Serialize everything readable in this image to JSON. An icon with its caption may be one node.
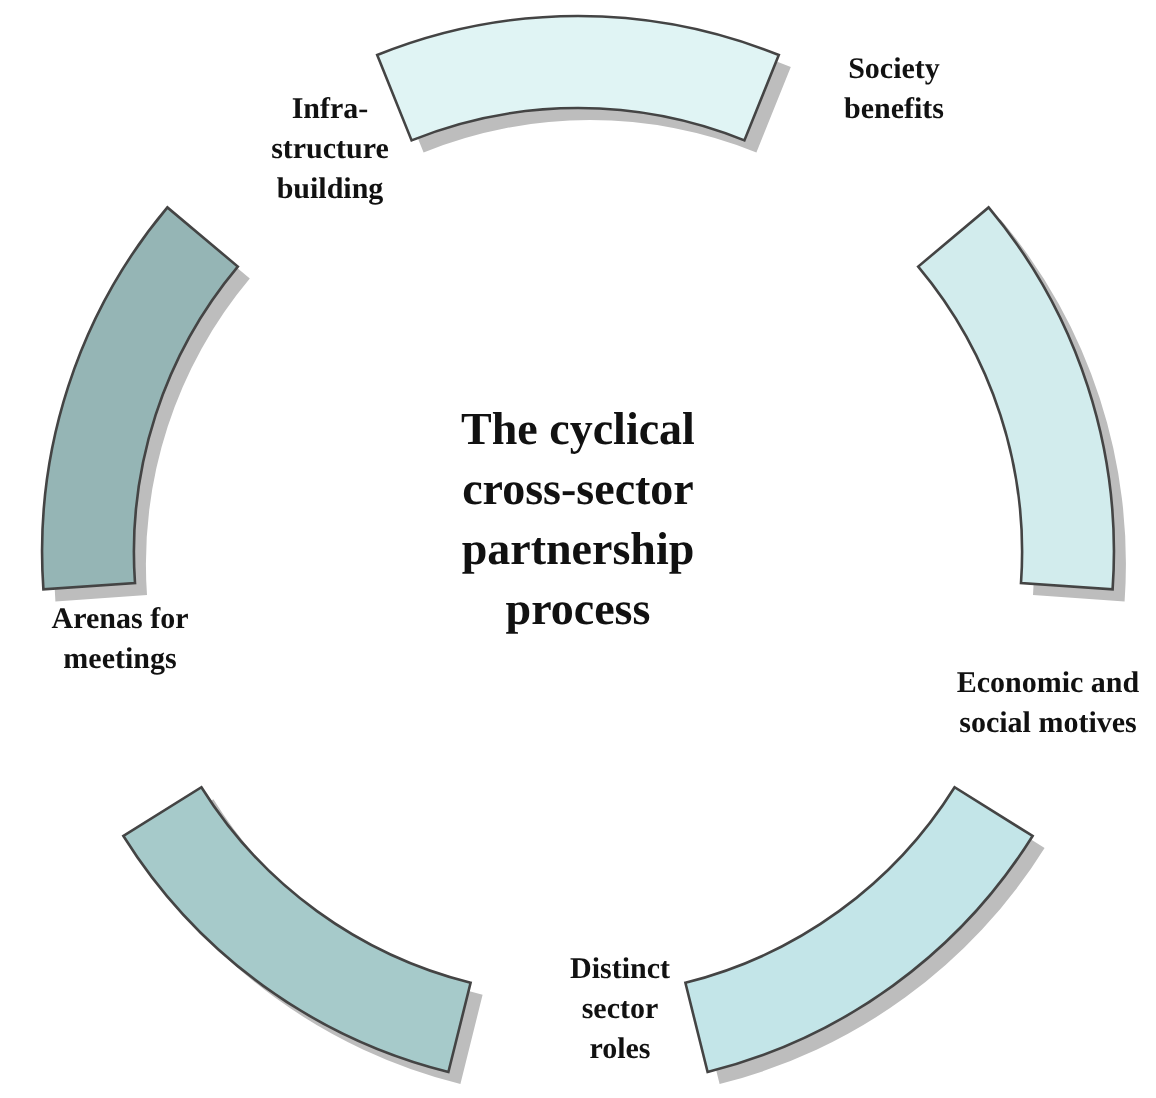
{
  "diagram": {
    "title": "The cyclical cross-sector partnership process",
    "nodes": [
      {
        "text": [],
        "shape": "arc"
      },
      {
        "text": [],
        "shape": "arc"
      },
      {
        "text": [],
        "shape": "arc"
      },
      {
        "text": [],
        "shape": "arc"
      },
      {
        "text": [],
        "shape": "arc"
      }
    ],
    "labels": [
      "Infra-structure building",
      "Society benefits",
      "Arenas for meetings",
      "Economic and social motives",
      "Distinct sector roles"
    ]
  }
}
